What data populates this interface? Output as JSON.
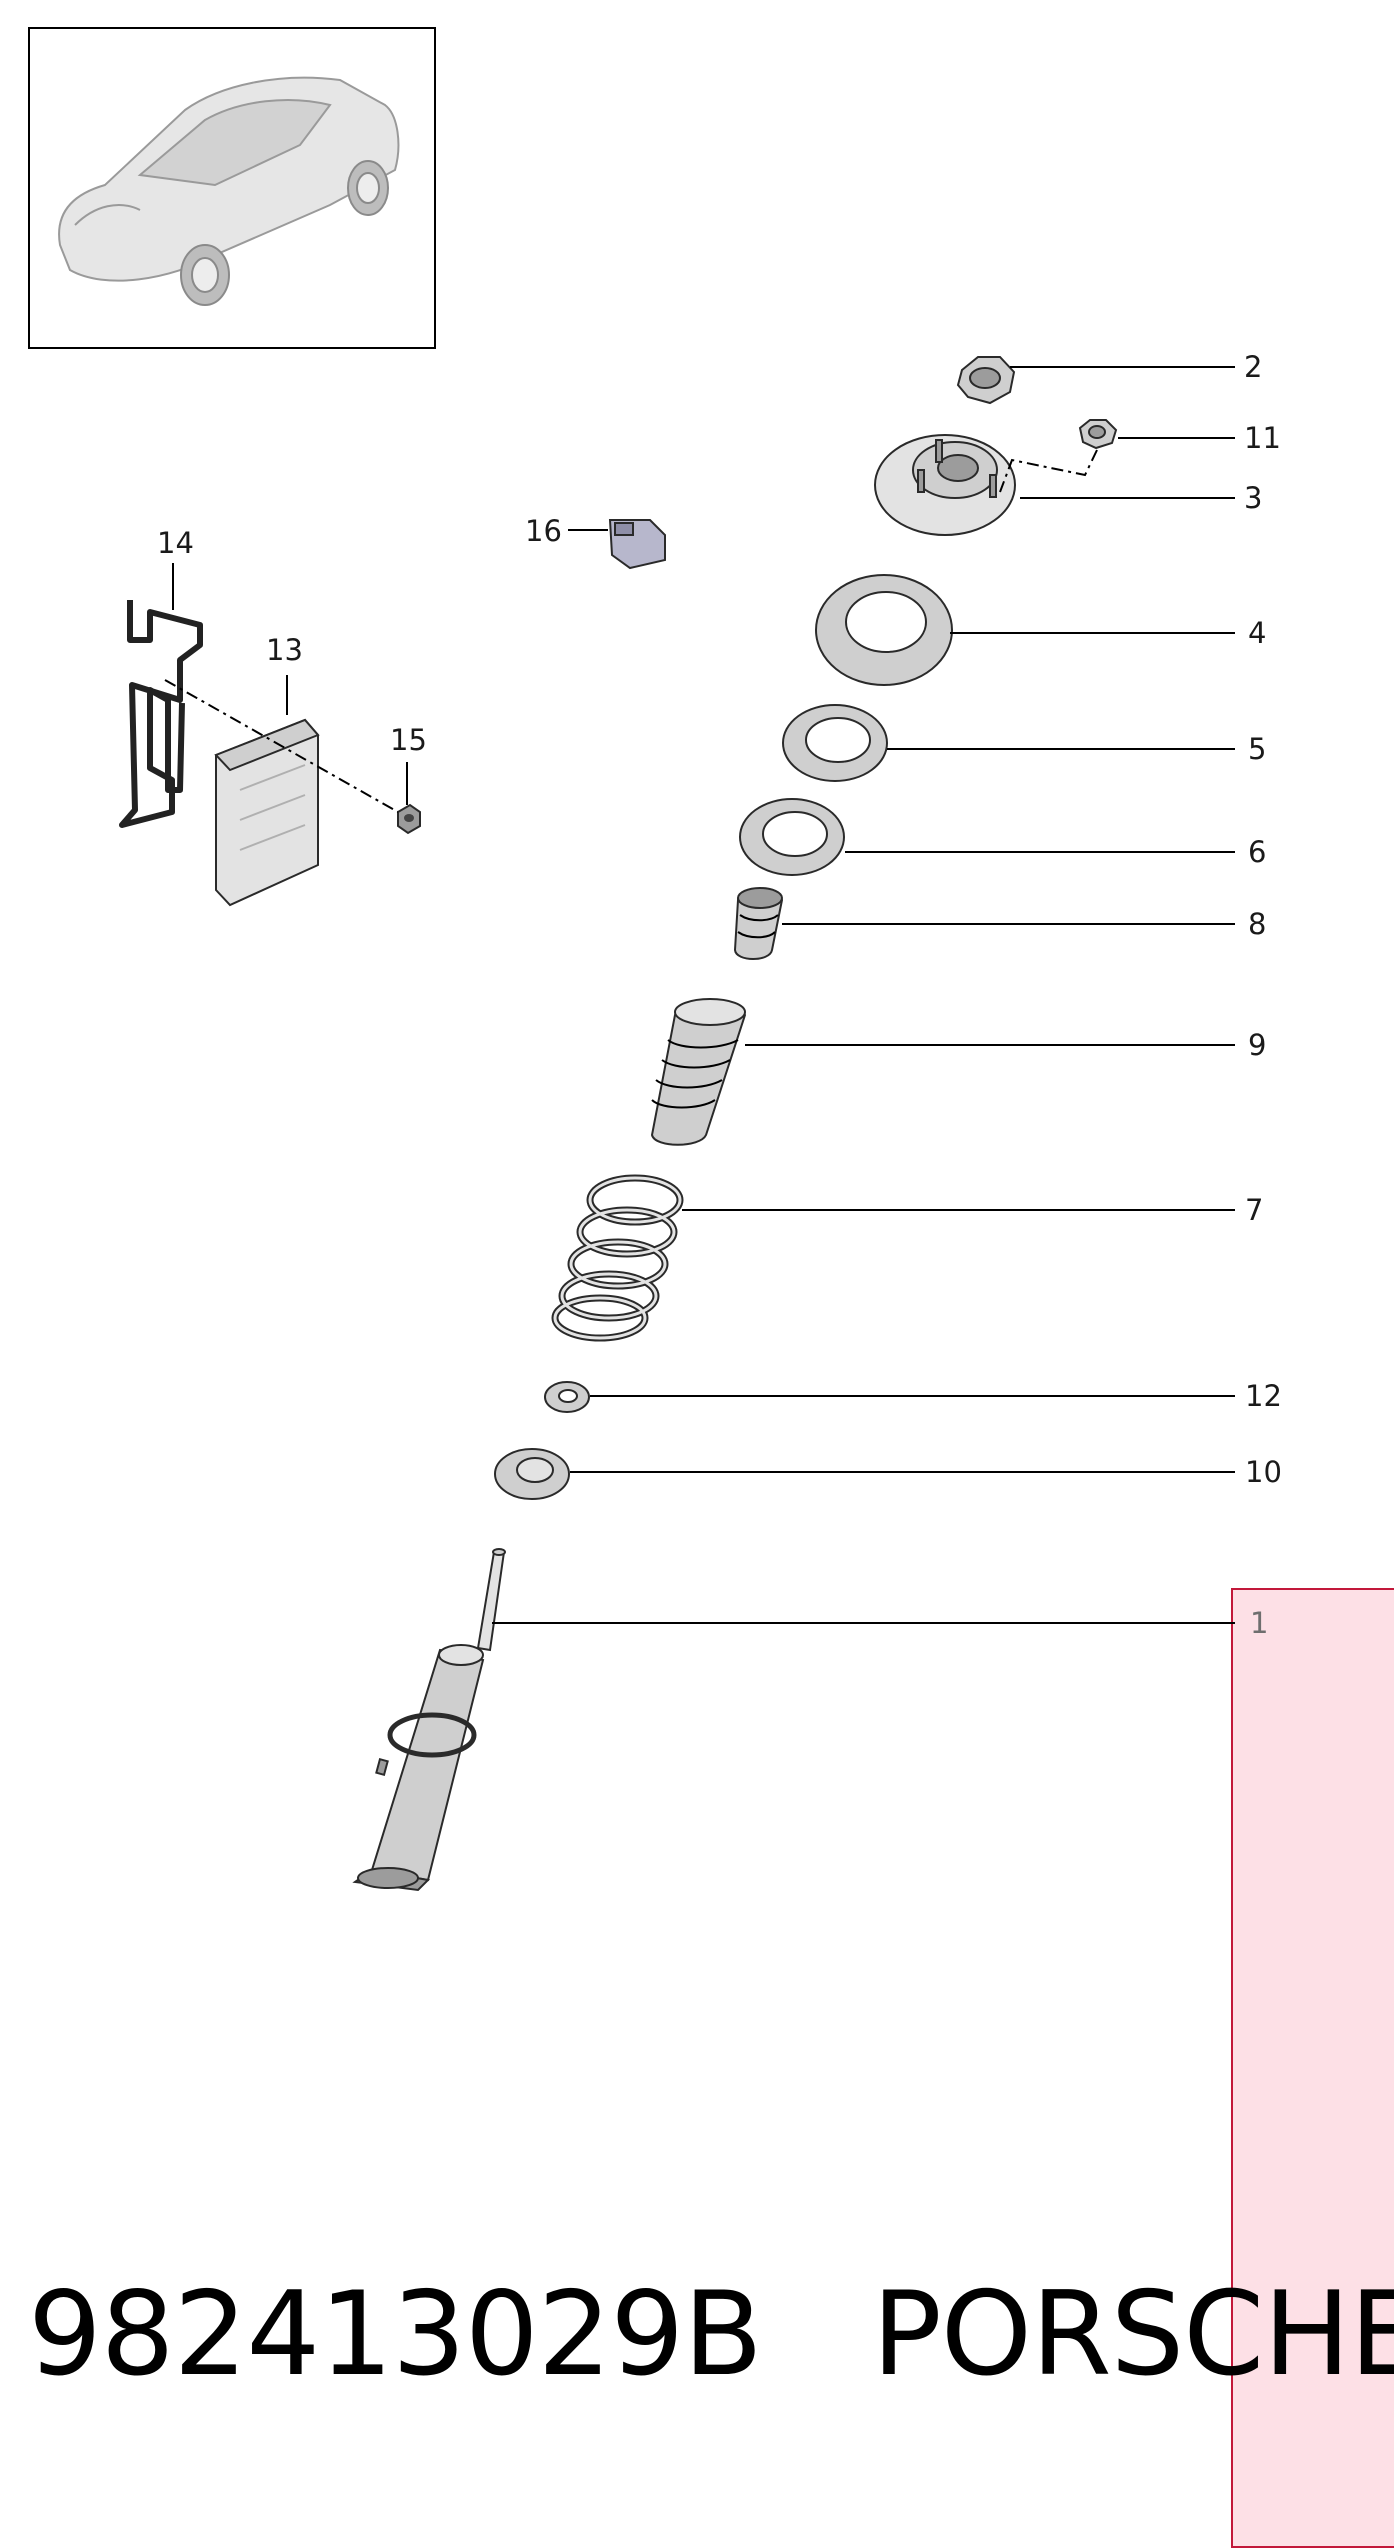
{
  "callouts": {
    "c1": "1",
    "c2": "2",
    "c3": "3",
    "c4": "4",
    "c5": "5",
    "c6": "6",
    "c7": "7",
    "c8": "8",
    "c9": "9",
    "c10": "10",
    "c11": "11",
    "c12": "12",
    "c13": "13",
    "c14": "14",
    "c15": "15",
    "c16": "16"
  },
  "highlighted_callout": "1",
  "caption": {
    "part_number": "982413029B",
    "brand": "PORSCHE"
  },
  "colors": {
    "highlight_fill": "#fde0e6",
    "highlight_border": "#c2183a",
    "line": "#000000",
    "part_gray": "#cfcfcf"
  },
  "icons": {
    "vehicle": "car-thumbnail-icon"
  }
}
